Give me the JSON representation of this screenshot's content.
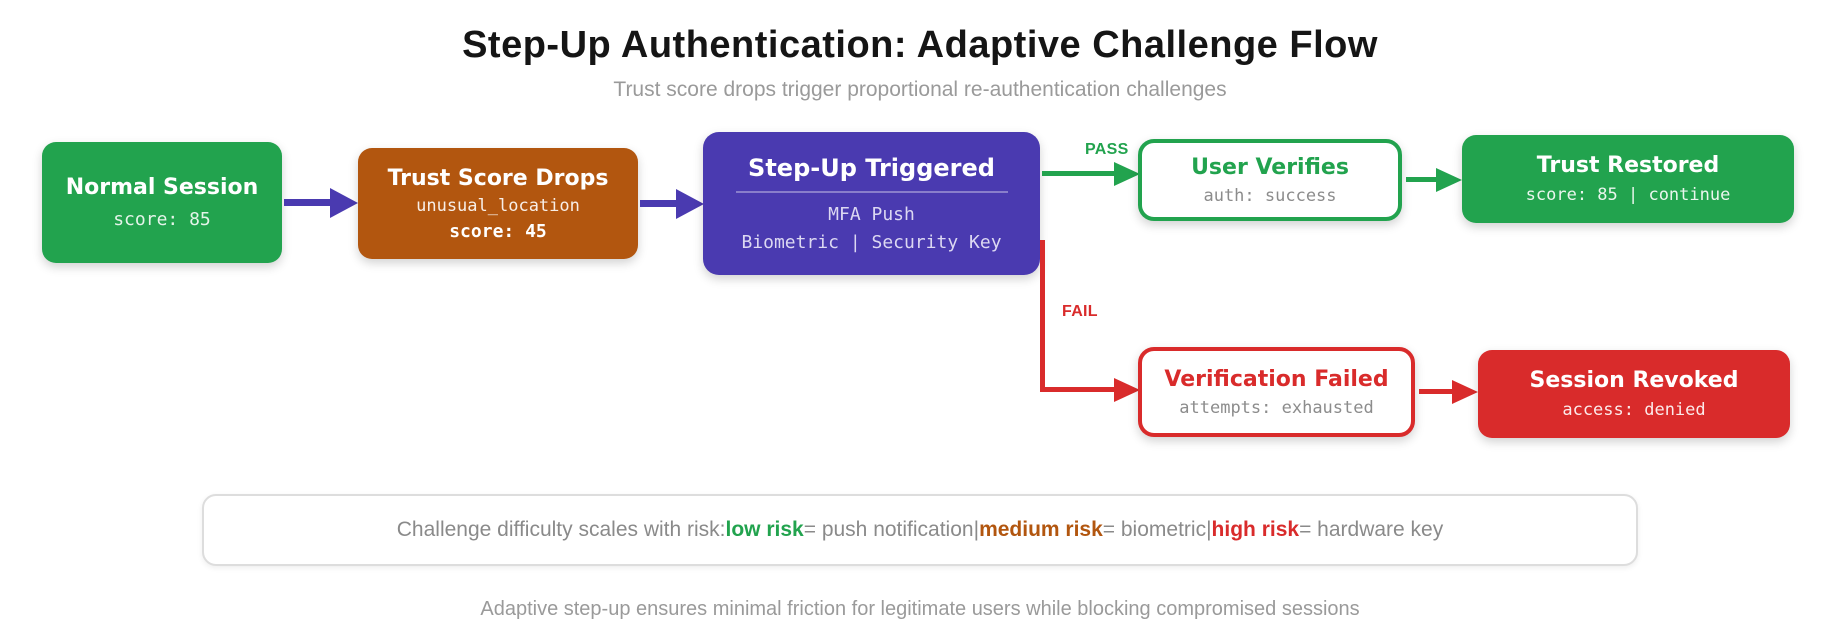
{
  "header": {
    "title": "Step-Up Authentication: Adaptive Challenge Flow",
    "subtitle": "Trust score drops trigger proportional re-authentication challenges"
  },
  "nodes": {
    "normal_session": {
      "title": "Normal Session",
      "detail": "score: 85"
    },
    "trust_score_drops": {
      "title": "Trust Score Drops",
      "reason": "unusual_location",
      "score": "score: 45"
    },
    "step_up_triggered": {
      "title": "Step-Up Triggered",
      "method1": "MFA Push",
      "method2": "Biometric | Security Key"
    },
    "user_verifies": {
      "title": "User Verifies",
      "detail": "auth: success"
    },
    "trust_restored": {
      "title": "Trust Restored",
      "detail": "score: 85 | continue"
    },
    "verification_failed": {
      "title": "Verification Failed",
      "detail": "attempts: exhausted"
    },
    "session_revoked": {
      "title": "Session Revoked",
      "detail": "access: denied"
    }
  },
  "edges": {
    "pass_label": "PASS",
    "fail_label": "FAIL"
  },
  "legend": {
    "prefix": "Challenge difficulty scales with risk: ",
    "separator": " | ",
    "items": [
      {
        "label": "low risk",
        "desc": " = push notification",
        "color": "#22a34e"
      },
      {
        "label": "medium risk",
        "desc": " = biometric",
        "color": "#b2560f"
      },
      {
        "label": "high risk",
        "desc": " = hardware key",
        "color": "#d92b2b"
      }
    ]
  },
  "footer": {
    "note": "Adaptive step-up ensures minimal friction for legitimate users while blocking compromised sessions"
  },
  "colors": {
    "green": "#22a34e",
    "orange": "#b2560f",
    "purple": "#4a3ab0",
    "red": "#d92b2b"
  }
}
